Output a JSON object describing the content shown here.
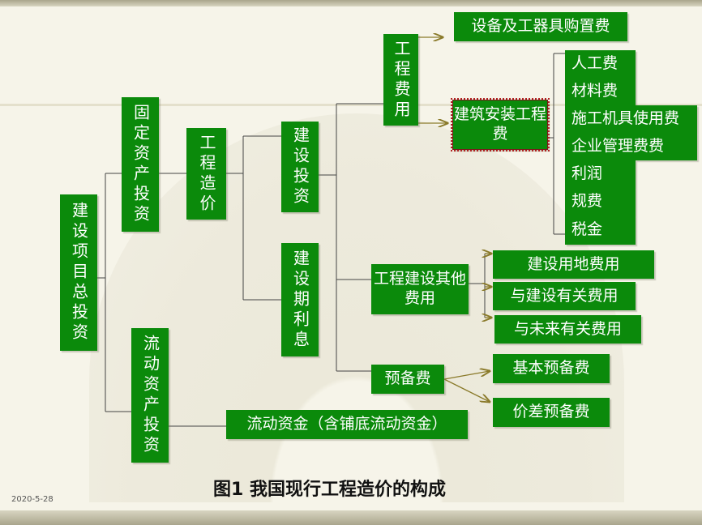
{
  "nodes": {
    "total": "建设项目总投资",
    "fixed": "固定资产投资",
    "current": "流动资产投资",
    "cost": "工程造价",
    "invest": "建设投资",
    "interest": "建设期利息",
    "eng_fee": "工程费用",
    "equip": "设备及工器具购置费",
    "install": "建筑安装工程费",
    "labor": "人工费",
    "material": "材料费",
    "machine": "施工机具使用费",
    "mgmt": "企业管理费费",
    "profit": "利润",
    "regfee": "规费",
    "tax": "税金",
    "other": "工程建设其他费用",
    "land": "建设用地费用",
    "related": "与建设有关费用",
    "future": "与未来有关费用",
    "reserve": "预备费",
    "basic_res": "基本预备费",
    "price_res": "价差预备费",
    "working": "流动资金（含铺底流动资金）"
  },
  "caption": "图1  我国现行工程造价的构成",
  "date": "2020-5-28",
  "colors": {
    "box": "#0b8a0b",
    "line": "#444444",
    "arrow": "#8a7a2a"
  }
}
